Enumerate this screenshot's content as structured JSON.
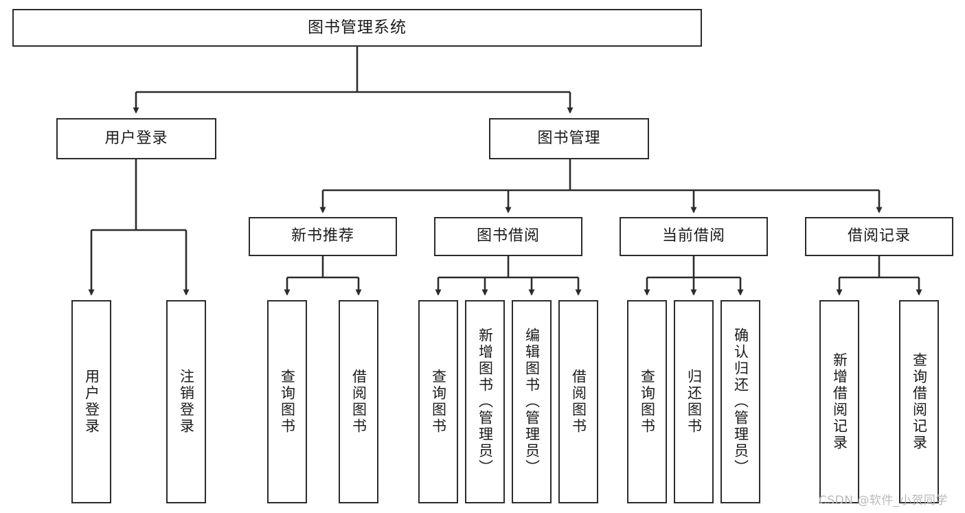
{
  "diagram": {
    "type": "tree-hierarchy",
    "title": "图书管理系统",
    "orientation": "top-down",
    "colors": {
      "background": "#ffffff",
      "node_border": "#2b2b2b",
      "node_fill": "#ffffff",
      "edge": "#2b2b2b",
      "text": "#1a1a1a",
      "watermark": "#b9b9b9"
    },
    "watermark": "CSDN @软件_小贺同学",
    "nodes": {
      "root": {
        "label": "图书管理系统",
        "level": 0
      },
      "l1": [
        {
          "id": "user-login",
          "label": "用户登录"
        },
        {
          "id": "book-manage",
          "label": "图书管理"
        }
      ],
      "l2": [
        {
          "id": "new-book-rec",
          "label": "新书推荐",
          "parent": "book-manage"
        },
        {
          "id": "book-borrow",
          "label": "图书借阅",
          "parent": "book-manage"
        },
        {
          "id": "current-borrow",
          "label": "当前借阅",
          "parent": "book-manage"
        },
        {
          "id": "borrow-record",
          "label": "借阅记录",
          "parent": "book-manage"
        }
      ],
      "leaves": {
        "user-login": [
          {
            "id": "leaf-user-login",
            "label": "用户登录"
          },
          {
            "id": "leaf-user-logout",
            "label": "注销登录"
          }
        ],
        "new-book-rec": [
          {
            "id": "leaf-query-book-1",
            "label": "查询图书"
          },
          {
            "id": "leaf-borrow-book-1",
            "label": "借阅图书"
          }
        ],
        "book-borrow": [
          {
            "id": "leaf-query-book-2",
            "label": "查询图书"
          },
          {
            "id": "leaf-add-book",
            "label": "新增图书（管理员）"
          },
          {
            "id": "leaf-edit-book",
            "label": "编辑图书（管理员）"
          },
          {
            "id": "leaf-borrow-book-2",
            "label": "借阅图书"
          }
        ],
        "current-borrow": [
          {
            "id": "leaf-query-book-3",
            "label": "查询图书"
          },
          {
            "id": "leaf-return-book",
            "label": "归还图书"
          },
          {
            "id": "leaf-confirm-return",
            "label": "确认归还（管理员）"
          }
        ],
        "borrow-record": [
          {
            "id": "leaf-add-record",
            "label": "新增借阅记录"
          },
          {
            "id": "leaf-query-record",
            "label": "查询借阅记录"
          }
        ]
      }
    }
  }
}
